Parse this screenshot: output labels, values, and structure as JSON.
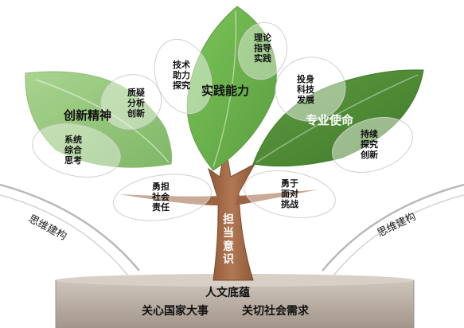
{
  "leaves": {
    "innovation": {
      "title": "创新精神",
      "sub_top": "质疑\n分析\n创新",
      "sub_bottom": "系统\n综合\n思考"
    },
    "practice": {
      "title": "实践能力",
      "sub_left": "技术\n助力\n探究",
      "sub_right": "理论\n指导\n实践"
    },
    "mission": {
      "title": "专业使命",
      "sub_top": "投身\n科技\n发展",
      "sub_bottom": "持续\n探究\n创新"
    }
  },
  "branches": {
    "left": "勇担\n社会\n责任",
    "right": "勇于\n面对\n挑战"
  },
  "trunk": {
    "label": "担\n当\n意\n识"
  },
  "arcs": {
    "left": "思维建构",
    "right": "思维建构"
  },
  "base": {
    "title": "人文底蕴",
    "left": "关心国家大事",
    "right": "关切社会需求"
  },
  "colors": {
    "light_green": "#93c47a",
    "mid_green": "#6ab04c",
    "dark_green": "#4c8a32",
    "trunk": "#a46a48",
    "base": "#b5a89c"
  }
}
